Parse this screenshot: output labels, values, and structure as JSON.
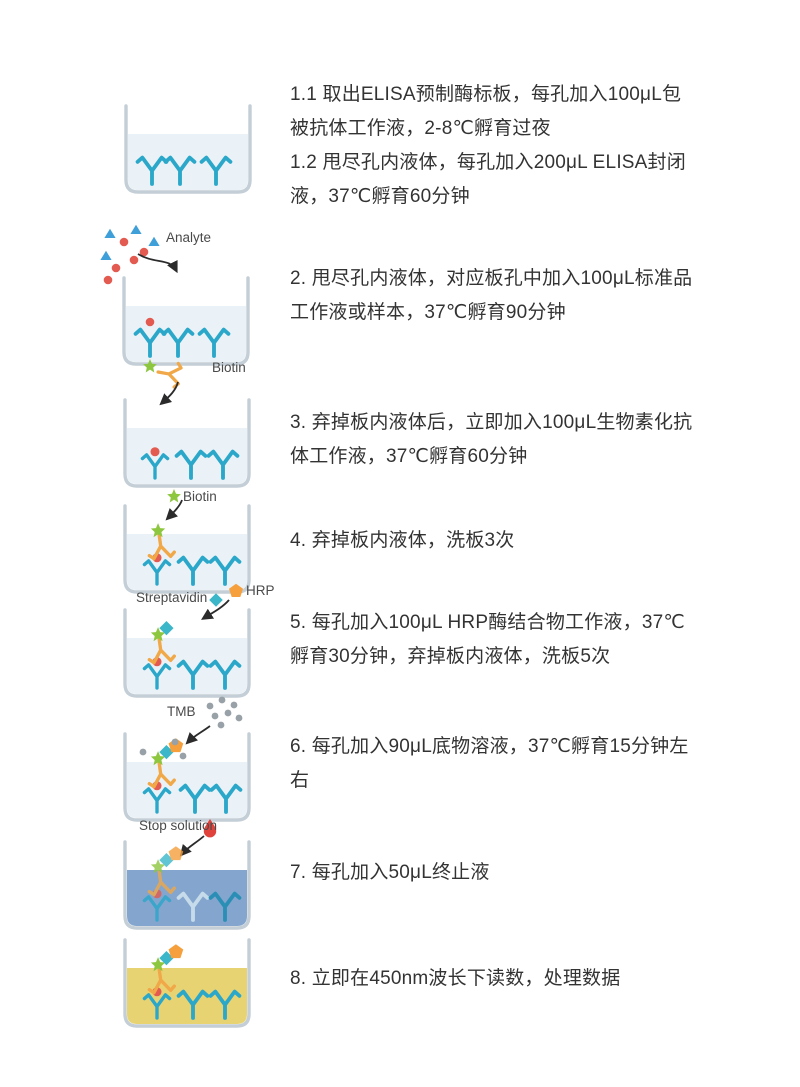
{
  "page": {
    "background": "#ffffff"
  },
  "steps": [
    {
      "id": "1",
      "lines": [
        "1.1 取出ELISA预制酶标板，每孔加入100μL包被抗体工作液，2-8℃孵育过夜",
        "1.2 甩尽孔内液体，每孔加入200μL ELISA封闭液，37℃孵育60分钟"
      ]
    },
    {
      "id": "2",
      "label": "Analyte",
      "text": "2. 甩尽孔内液体，对应板孔中加入100μL标准品工作液或样本，37℃孵育90分钟"
    },
    {
      "id": "3",
      "label": "Biotin",
      "text": "3. 弃掉板内液体后，立即加入100μL生物素化抗体工作液，37℃孵育60分钟"
    },
    {
      "id": "4",
      "label": "Biotin",
      "text": "4. 弃掉板内液体，洗板3次"
    },
    {
      "id": "5",
      "label_left": "Streptavidin",
      "label_right": "HRP",
      "text": "5. 每孔加入100μL HRP酶结合物工作液，37℃孵育30分钟，弃掉板内液体，洗板5次"
    },
    {
      "id": "6",
      "label": "TMB",
      "text": "6. 每孔加入90μL底物溶液，37℃孵育15分钟左右"
    },
    {
      "id": "7",
      "label": "Stop solution",
      "text": "7. 每孔加入50μL终止液"
    },
    {
      "id": "8",
      "text": "8. 立即在450nm波长下读数，处理数据"
    }
  ],
  "icons": {
    "analyte": "analyte-particles-icon",
    "capture_antibody": "capture-antibody-icon",
    "biotin_antibody": "biotin-antibody-icon",
    "biotin": "biotin-star-icon",
    "streptavidin": "streptavidin-diamond-icon",
    "hrp": "hrp-pentagon-icon",
    "tmb": "tmb-dots-icon",
    "stop_solution": "stop-solution-drop-icon",
    "well": "microplate-well-icon",
    "arrow": "curved-arrow-icon"
  },
  "colors": {
    "capture_antibody": "#2aa7c9",
    "analyte": "#e25a50",
    "analyte_triangle": "#3f9fd8",
    "biotin_antibody": "#f0a848",
    "biotin_star": "#8dc63f",
    "streptavidin": "#3bb7c9",
    "hrp": "#f5a03c",
    "tmb_dot": "#98a1a7",
    "stop_drop": "#e0433c",
    "well_liquid": "#eaf2f7",
    "stop_liquid": "#84a5ce",
    "substrate_liquid": "#e8d373",
    "well_outline": "#c3ced6",
    "text": "#333333"
  }
}
